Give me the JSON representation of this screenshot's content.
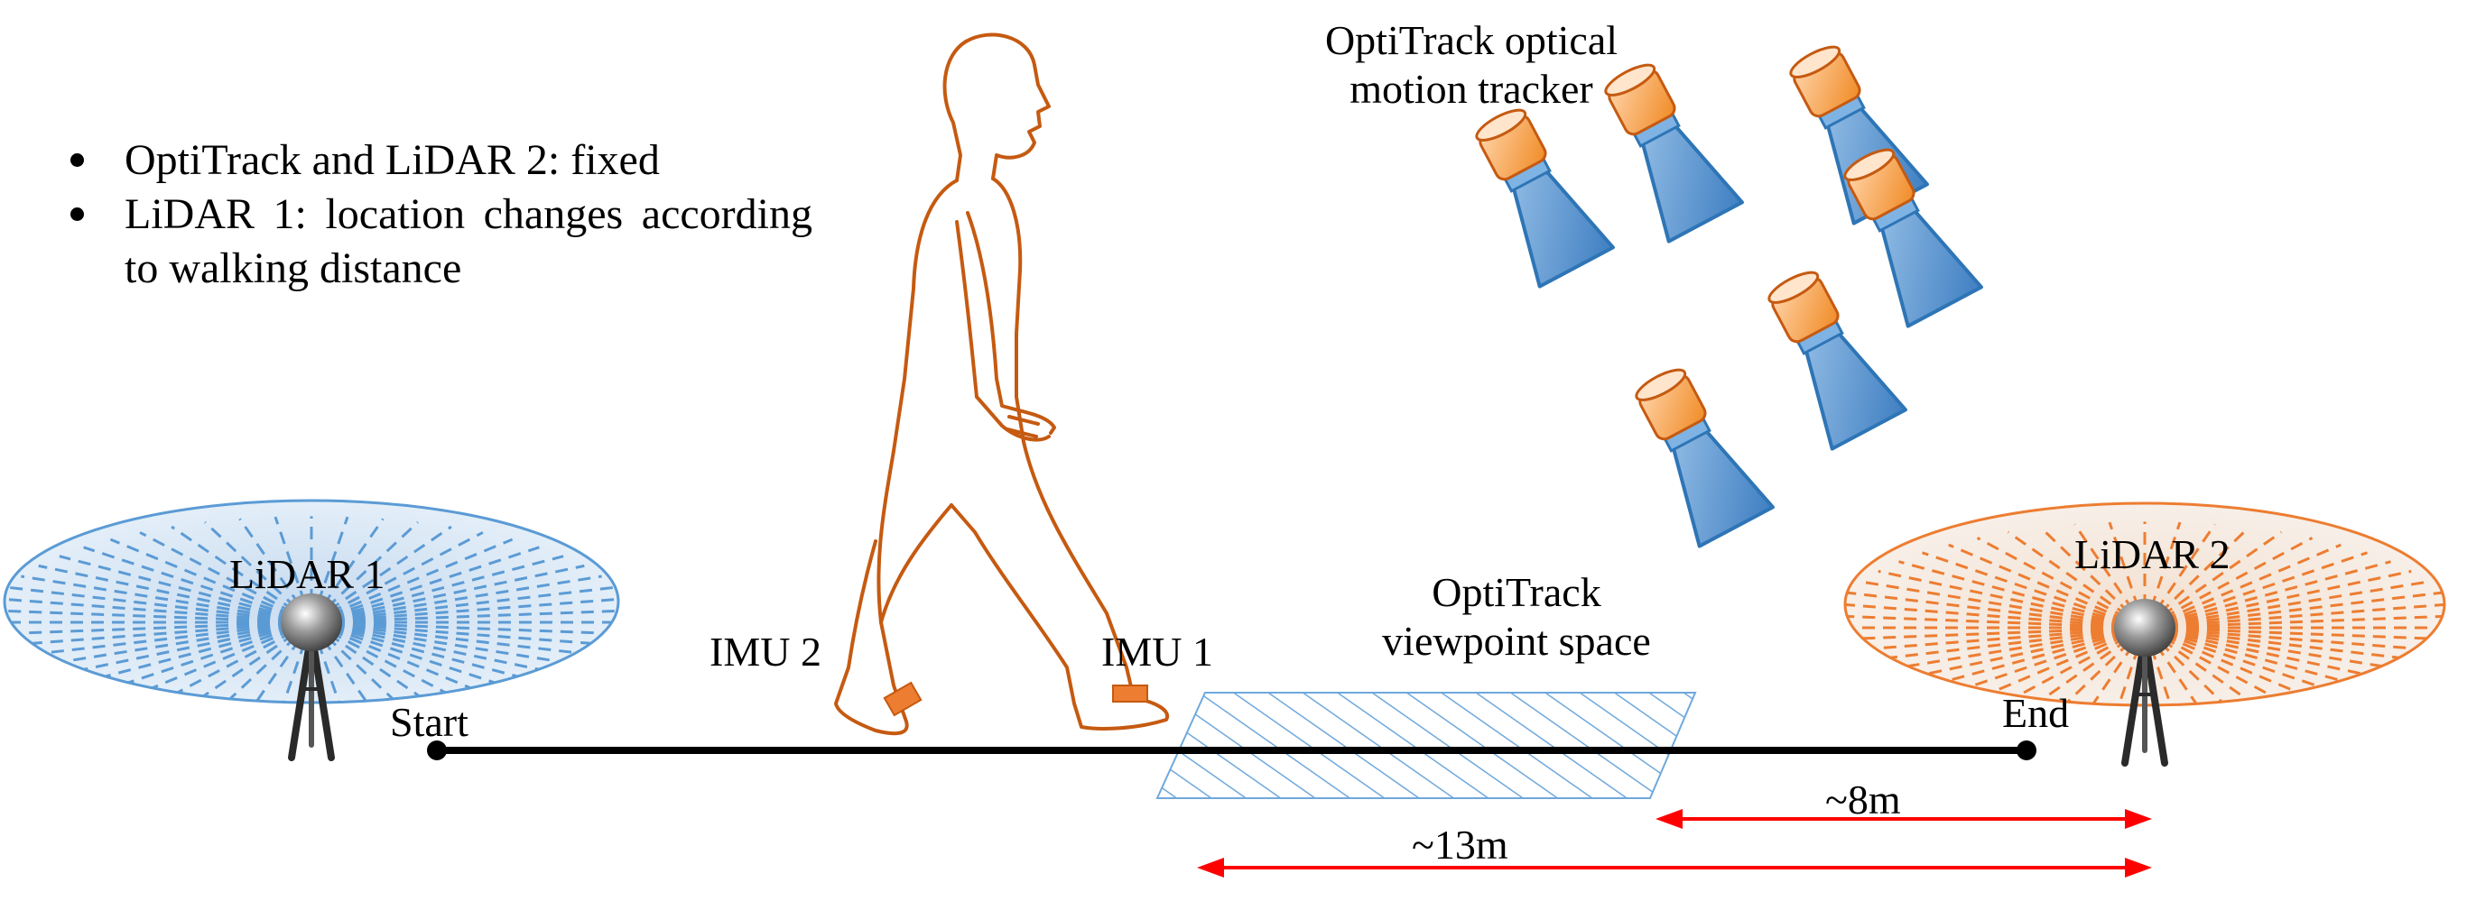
{
  "notes": [
    "OptiTrack and LiDAR 2: fixed",
    "LiDAR 1: location changes according to walking distance"
  ],
  "labels": {
    "tracker_line1": "OptiTrack optical",
    "tracker_line2": "motion tracker",
    "lidar1": "LiDAR 1",
    "lidar2": "LiDAR 2",
    "imu1": "IMU 1",
    "imu2": "IMU 2",
    "viewpoint_line1": "OptiTrack",
    "viewpoint_line2": "viewpoint space",
    "start": "Start",
    "end": "End",
    "dist_short": "~8m",
    "dist_long": "~13m"
  },
  "icons": {
    "camera": "optitrack-camera-icon",
    "lidar": "lidar-sensor-icon",
    "person": "walking-person-icon"
  },
  "colors": {
    "person_outline": "#c55a11",
    "imu": "#ed7d31",
    "camera_body": "#5b9bd5",
    "camera_lens": "#f4a460",
    "lidar1_field": "#5b9bd5",
    "lidar2_field": "#ed7d31",
    "viewpoint_hatch": "#6fa8dc",
    "arrows": "#ff0000",
    "path": "#000000"
  }
}
